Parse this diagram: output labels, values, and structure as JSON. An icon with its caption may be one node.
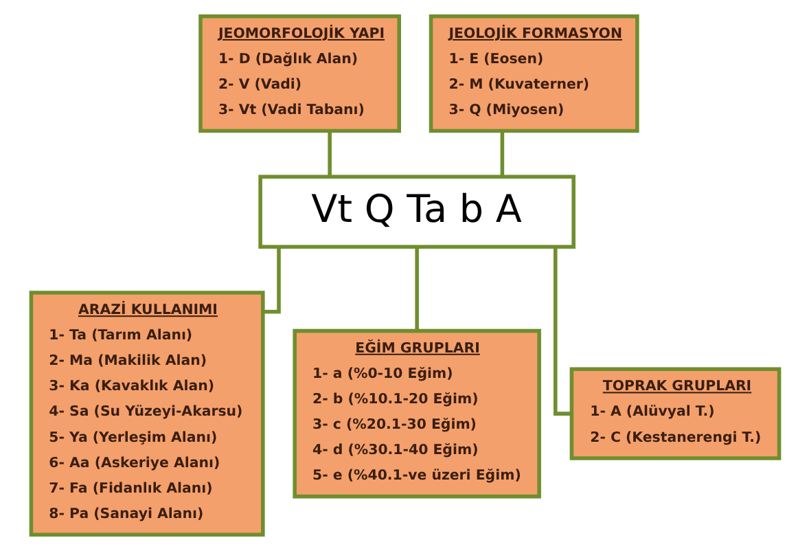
{
  "diagram": {
    "nodes": [
      {
        "text": [
          "JEOMORFOLOJİK YAPI",
          "1- D (Dağlık Alan)",
          "2- V (Vadi)",
          "3- Vt (Vadi Tabanı)"
        ]
      },
      {
        "text": [
          "JEOLOJİK FORMASYON",
          "1- E (Eosen)",
          "2- M (Kuvaterner)",
          "3- Q (Miyosen)"
        ]
      },
      {
        "text": [
          "Vt Q Ta b A"
        ]
      },
      {
        "text": [
          "ARAZİ KULLANIMI",
          "1- Ta (Tarım Alanı)",
          "2- Ma (Makilik Alan)",
          "3- Ka (Kavaklık Alan)",
          "4- Sa (Su Yüzeyi-Akarsu)",
          "5- Ya (Yerleşim Alanı)",
          "6- Aa (Askeriye Alanı)",
          "7- Fa (Fidanlık Alanı)",
          "8- Pa (Sanayi Alanı)"
        ]
      },
      {
        "text": [
          "EĞİM GRUPLARI",
          "1- a (%0-10 Eğim)",
          "2- b (%10.1-20 Eğim)",
          "3- c (%20.1-30 Eğim)",
          "4- d (%30.1-40 Eğim)",
          "5- e (%40.1-ve üzeri Eğim)"
        ]
      },
      {
        "text": [
          "TOPRAK GRUPLARI",
          "1- A (Alüvyal T.)",
          "2- C (Kestanerengi T.)"
        ]
      }
    ],
    "edges": [
      {
        "from": 0,
        "to": 2,
        "arrow": "none"
      },
      {
        "from": 1,
        "to": 2,
        "arrow": "none"
      },
      {
        "from": 2,
        "to": 3,
        "arrow": "none"
      },
      {
        "from": 2,
        "to": 4,
        "arrow": "none"
      },
      {
        "from": 2,
        "to": 5,
        "arrow": "none"
      }
    ]
  }
}
